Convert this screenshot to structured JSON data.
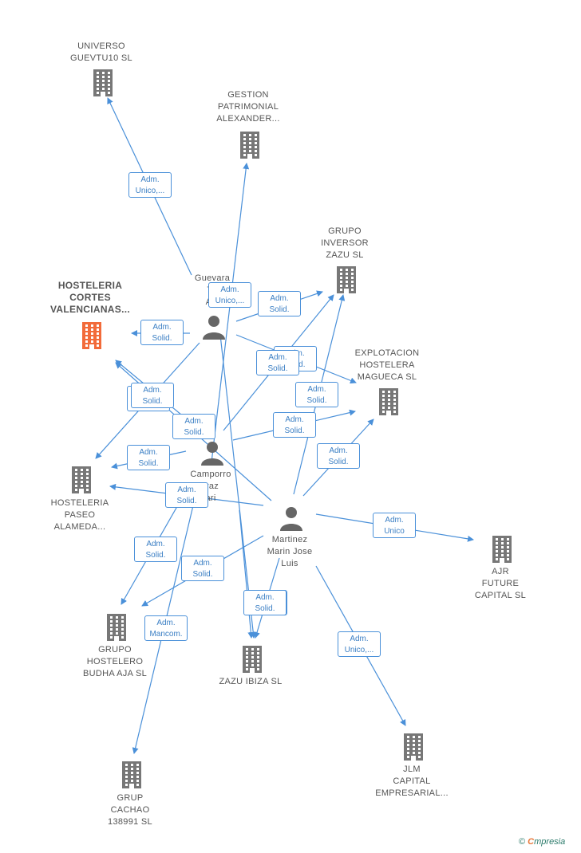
{
  "colors": {
    "edge": "#4a90d9",
    "building": "#777777",
    "highlight": "#f26b3a",
    "person": "#666666"
  },
  "companies": [
    {
      "id": "universo",
      "label": "UNIVERSO\nGUEVTU10  SL",
      "icon": "building-icon",
      "highlight": false
    },
    {
      "id": "gestion",
      "label": "GESTION\nPATRIMONIAL\nALEXANDER...",
      "icon": "building-icon",
      "highlight": false
    },
    {
      "id": "grupo_inversor",
      "label": "GRUPO\nINVERSOR\nZAZU  SL",
      "icon": "building-icon",
      "highlight": false
    },
    {
      "id": "cortes",
      "label": "HOSTELERIA\nCORTES\nVALENCIANAS...",
      "icon": "building-icon",
      "highlight": true
    },
    {
      "id": "explotacion",
      "label": "EXPLOTACION\nHOSTELERA\nMAGUECA  SL",
      "icon": "building-icon",
      "highlight": false
    },
    {
      "id": "paseo",
      "label": "HOSTELERIA\nPASEO\nALAMEDA...",
      "icon": "building-icon",
      "highlight": false
    },
    {
      "id": "ajr",
      "label": "AJR\nFUTURE\nCAPITAL  SL",
      "icon": "building-icon",
      "highlight": false
    },
    {
      "id": "budha",
      "label": "GRUPO\nHOSTELERO\nBUDHA AJA  SL",
      "icon": "building-icon",
      "highlight": false
    },
    {
      "id": "zazu_ibiza",
      "label": "ZAZU IBIZA  SL",
      "icon": "building-icon",
      "highlight": false
    },
    {
      "id": "jlm",
      "label": "JLM\nCAPITAL\nEMPRESARIAL...",
      "icon": "building-icon",
      "highlight": false
    },
    {
      "id": "cachao",
      "label": "GRUP\nCACHAO\n138991  SL",
      "icon": "building-icon",
      "highlight": false
    }
  ],
  "persons": [
    {
      "id": "guevara",
      "label": "Guevara\nTu\nAle",
      "icon": "person-icon"
    },
    {
      "id": "camporro",
      "label": "Camporro\nrraz\nari",
      "icon": "person-icon"
    },
    {
      "id": "martinez",
      "label": "Martinez\nMarin Jose\nLuis",
      "icon": "person-icon"
    }
  ],
  "edges": [
    {
      "from": "guevara",
      "to": "universo",
      "label": "Adm.\nUnico,..."
    },
    {
      "from": "camporro",
      "to": "gestion",
      "label": "Adm.\nUnico,..."
    },
    {
      "from": "guevara",
      "to": "cortes",
      "label": "Adm.\nSolid."
    },
    {
      "from": "guevara",
      "to": "grupo_inversor",
      "label": "Adm.\nSolid."
    },
    {
      "from": "guevara",
      "to": "explotacion",
      "label": "Adm.\nSolid."
    },
    {
      "from": "guevara",
      "to": "paseo",
      "label": "Adm.\nSolid."
    },
    {
      "from": "guevara",
      "to": "zazu_ibiza",
      "label": ""
    },
    {
      "from": "camporro",
      "to": "cortes",
      "label": "Adm.\nSolid."
    },
    {
      "from": "camporro",
      "to": "paseo",
      "label": "Adm.\nSolid."
    },
    {
      "from": "camporro",
      "to": "grupo_inversor",
      "label": "Adm.\nSolid."
    },
    {
      "from": "camporro",
      "to": "explotacion",
      "label": "Adm.\nSolid."
    },
    {
      "from": "camporro",
      "to": "zazu_ibiza",
      "label": "Adm.\nSolid."
    },
    {
      "from": "camporro",
      "to": "cachao",
      "label": "Adm.\nMancom."
    },
    {
      "from": "martinez",
      "to": "cortes",
      "label": "Adm.\nSolid."
    },
    {
      "from": "martinez",
      "to": "paseo",
      "label": "Adm.\nSolid."
    },
    {
      "from": "martinez",
      "to": "grupo_inversor",
      "label": "Adm.\nSolid."
    },
    {
      "from": "martinez",
      "to": "explotacion",
      "label": "Adm.\nSolid."
    },
    {
      "from": "martinez",
      "to": "ajr",
      "label": "Adm.\nUnico"
    },
    {
      "from": "martinez",
      "to": "budha",
      "label": "Adm.\nSolid."
    },
    {
      "from": "martinez",
      "to": "zazu_ibiza",
      "label": "Adm.\nSolid."
    },
    {
      "from": "martinez",
      "to": "jlm",
      "label": "Adm.\nUnico,..."
    },
    {
      "from": "paseo",
      "to": "budha",
      "label": "Adm.\nSolid."
    }
  ],
  "footer": {
    "copyright": "©",
    "brand_first": "C",
    "brand_rest": "mpresia"
  }
}
